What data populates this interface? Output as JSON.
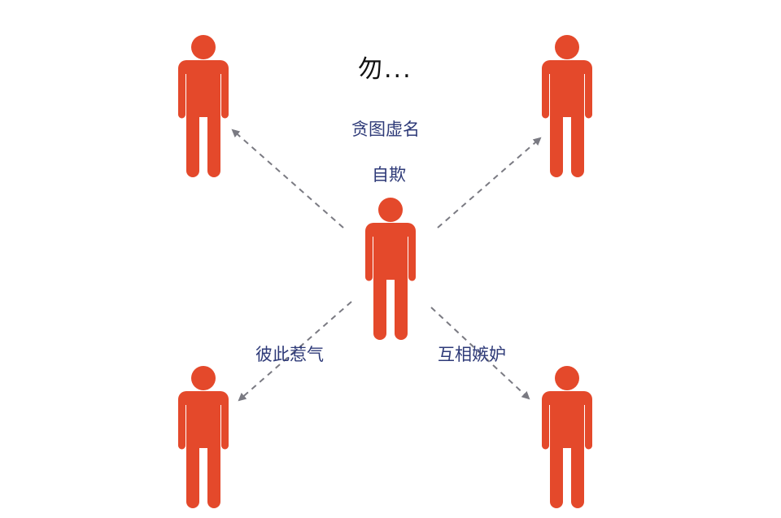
{
  "title": "勿...",
  "labels": {
    "top_1": "贪图虚名",
    "top_2": "自欺",
    "bottom_left": "彼此惹气",
    "bottom_right": "互相嫉妒"
  },
  "colors": {
    "person": "#e4492b",
    "arrow": "#7a7a82",
    "label": "#2e3a78"
  },
  "icons": {
    "figure": "person-icon"
  }
}
